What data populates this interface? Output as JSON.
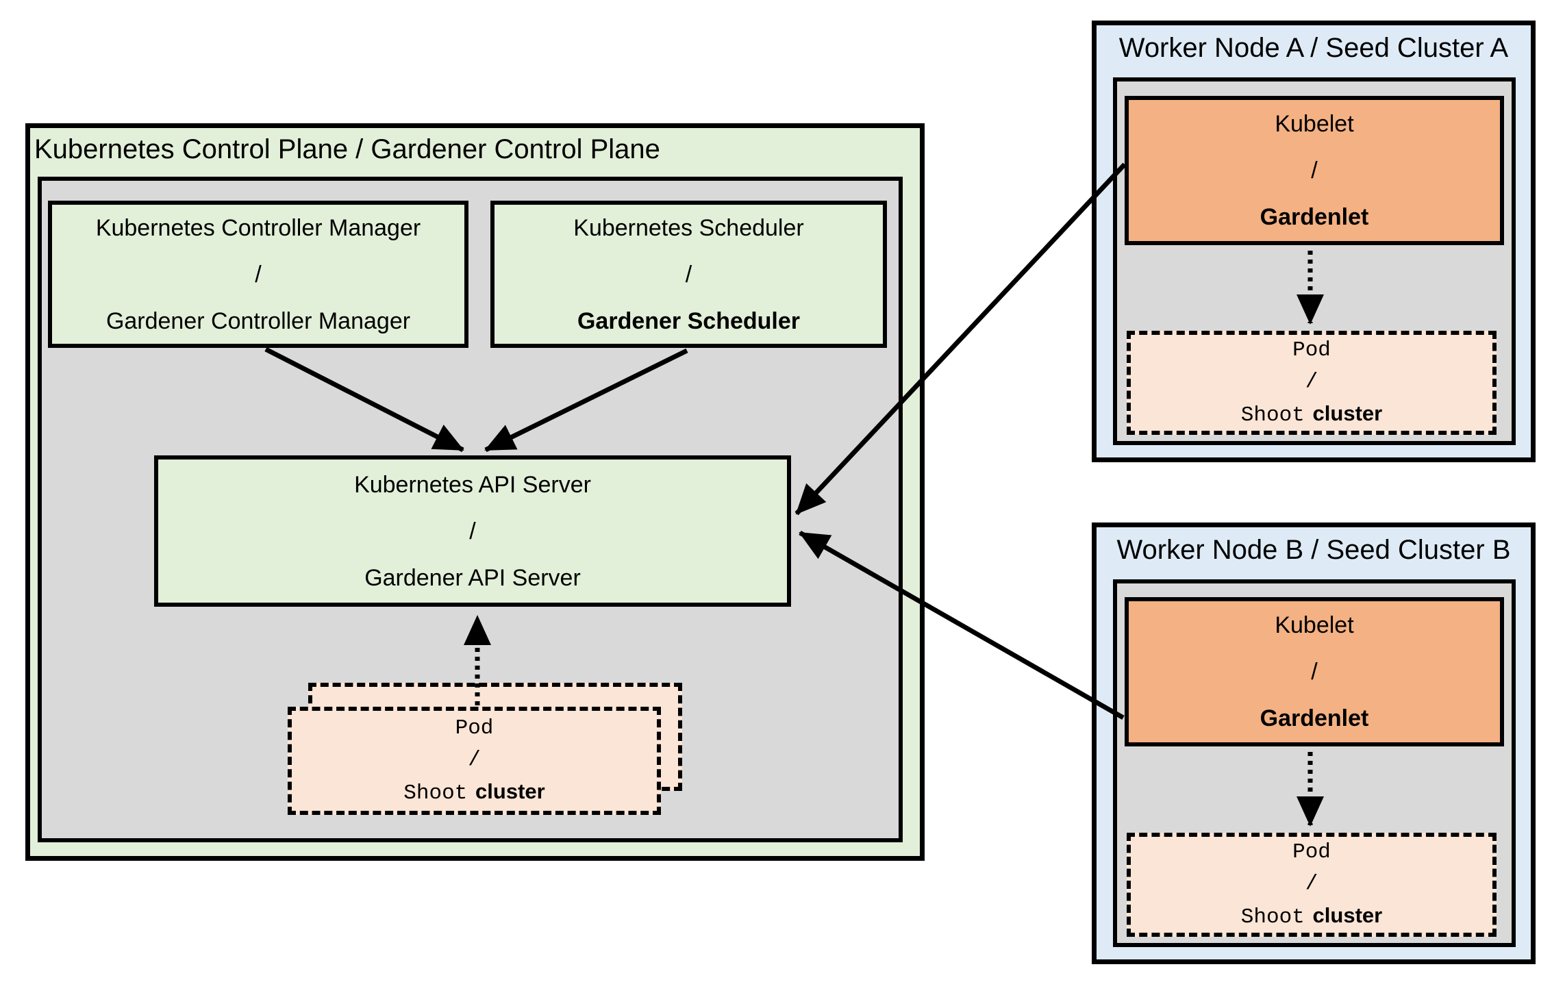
{
  "diagram": {
    "kind": "architecture-diagram",
    "colors": {
      "control_plane_fill": "#e2efd9",
      "inner_panel_fill": "#d9d9d9",
      "worker_node_fill": "#deebf7",
      "kubelet_fill": "#f4b183",
      "pod_fill": "#fbe5d6",
      "line_color": "#000000"
    }
  },
  "control_plane": {
    "title": "Kubernetes Control Plane / Gardener Control Plane",
    "controller_manager": {
      "line1": "Kubernetes Controller Manager",
      "sep": "/",
      "line2": "Gardener Controller Manager"
    },
    "scheduler": {
      "line1": "Kubernetes Scheduler",
      "sep": "/",
      "line2": "Gardener Scheduler"
    },
    "api_server": {
      "line1": "Kubernetes API Server",
      "sep": "/",
      "line2": "Gardener API Server"
    },
    "pod": {
      "line1": "Pod",
      "sep": "/",
      "shoot": "Shoot",
      "cluster": "cluster"
    }
  },
  "worker_a": {
    "title": "Worker Node A / Seed Cluster A",
    "kubelet": {
      "line1": "Kubelet",
      "sep": "/",
      "line2": "Gardenlet"
    },
    "pod": {
      "line1": "Pod",
      "sep": "/",
      "shoot": "Shoot",
      "cluster": "cluster"
    }
  },
  "worker_b": {
    "title": "Worker Node B / Seed Cluster B",
    "kubelet": {
      "line1": "Kubelet",
      "sep": "/",
      "line2": "Gardenlet"
    },
    "pod": {
      "line1": "Pod",
      "sep": "/",
      "shoot": "Shoot",
      "cluster": "cluster"
    }
  }
}
